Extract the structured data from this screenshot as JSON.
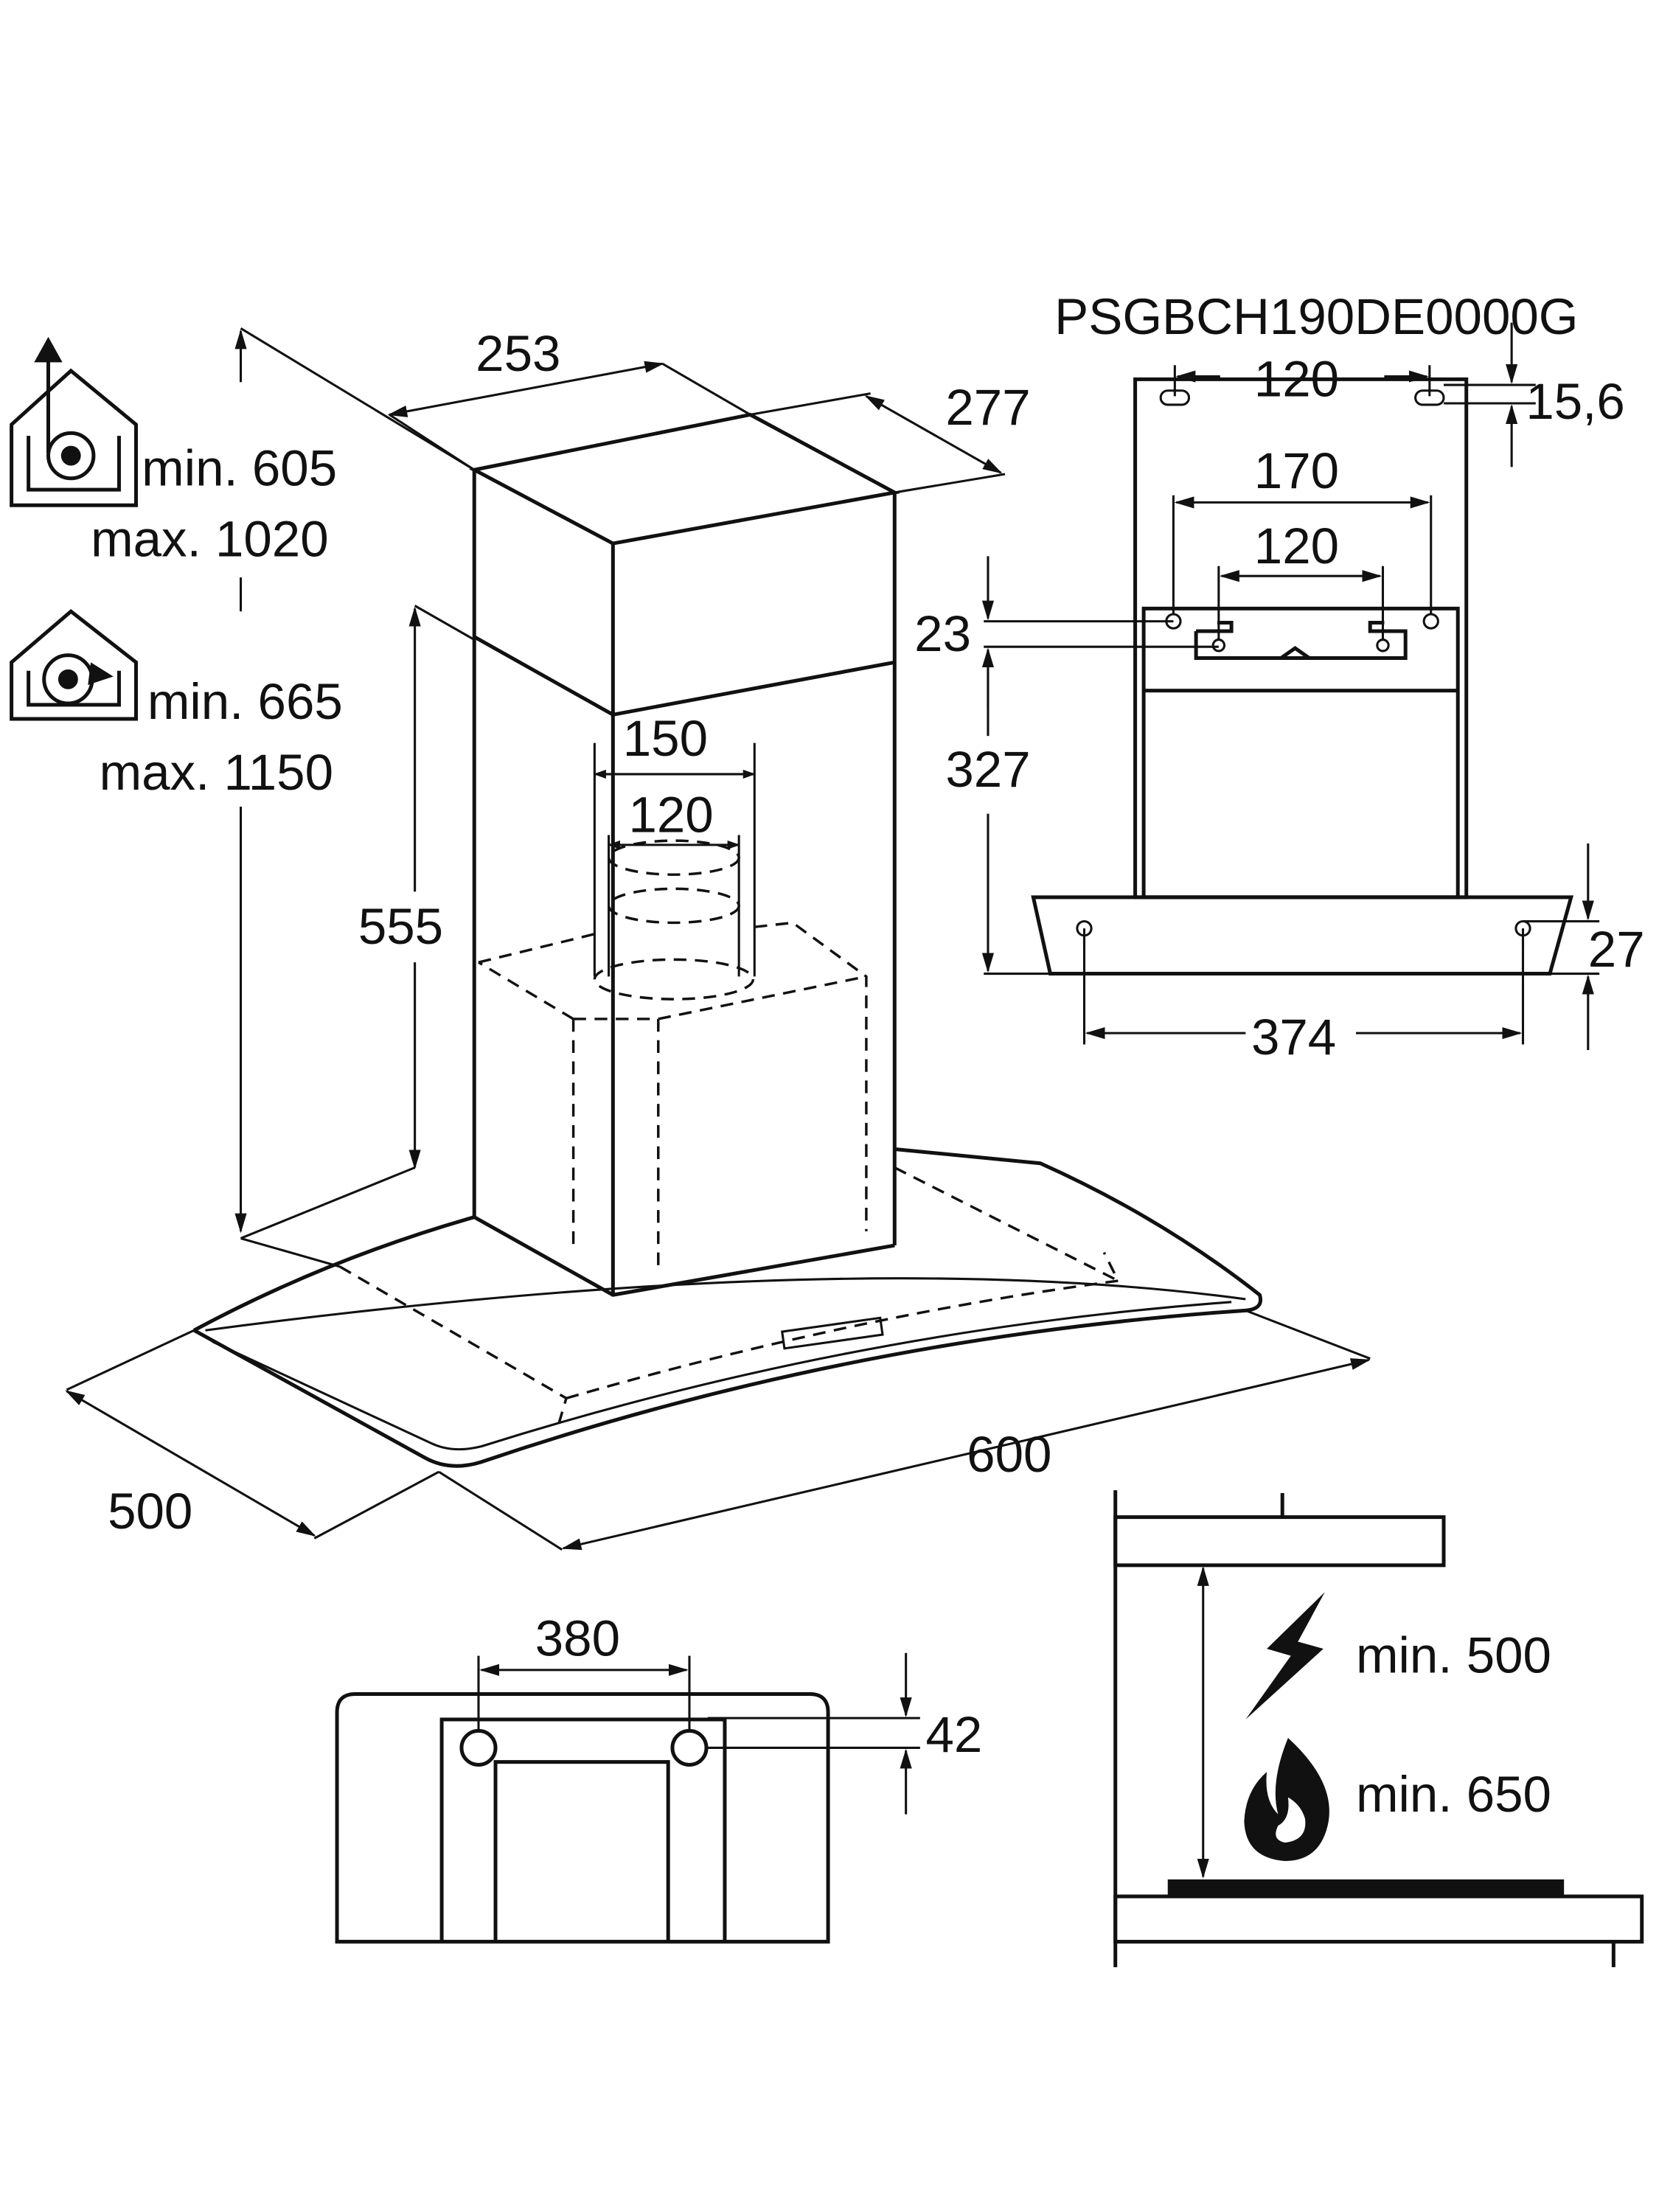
{
  "model_code": "PSGBCH190DE0000G",
  "main_view": {
    "chimney_width": "253",
    "chimney_depth": "277",
    "duct_outer": "150",
    "duct_inner": "120",
    "lower_chimney_height": "555",
    "hood_width": "600",
    "hood_depth": "500"
  },
  "extraction_mode": {
    "icon": "house-fan-extraction-icon",
    "min": "min. 605",
    "max": "max. 1020"
  },
  "recirculation_mode": {
    "icon": "house-recirculation-icon",
    "min": "min. 665",
    "max": "max. 1150"
  },
  "rear_view": {
    "top_bracket_spacing": "120",
    "top_bracket_offset": "15,6",
    "holes_spacing_outer": "170",
    "holes_spacing_inner": "120",
    "hole_offset": "23",
    "bracket_to_canopy": "327",
    "canopy_hole_height": "27",
    "canopy_hole_spacing": "374"
  },
  "wall_bracket_view": {
    "hole_spacing": "380",
    "hole_height": "42"
  },
  "clearance": {
    "electric_icon": "lightning-icon",
    "electric_min": "min. 500",
    "gas_icon": "flame-icon",
    "gas_min": "min. 650"
  }
}
